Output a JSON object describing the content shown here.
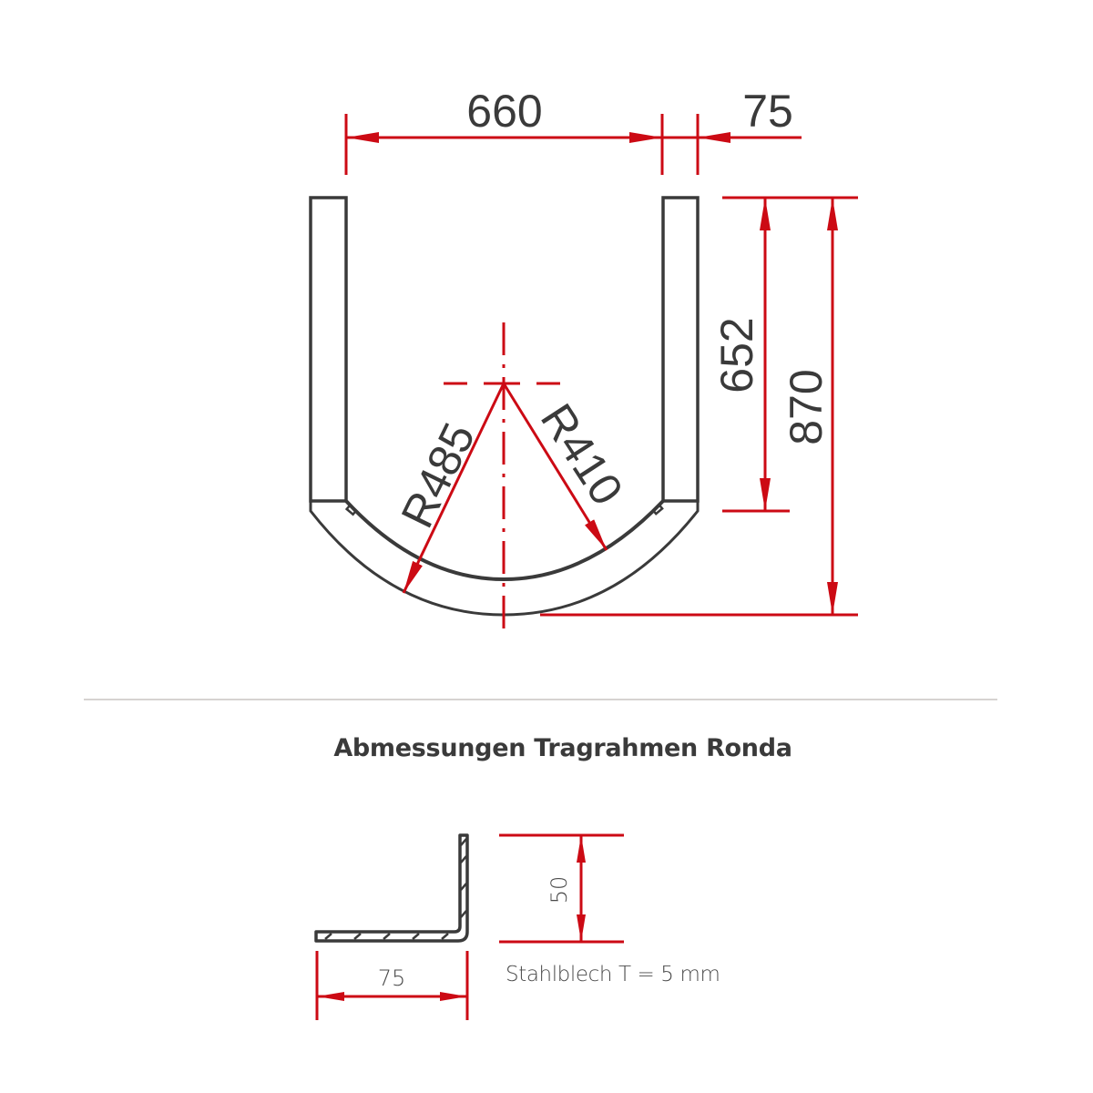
{
  "drawing": {
    "title": "Abmessungen Tragrahmen Ronda",
    "colors": {
      "dimension": "#cc0a14",
      "outline": "#3a3a3a",
      "divider": "#d6d3d1",
      "background": "#ffffff"
    },
    "frame_plan": {
      "dimensions": {
        "inner_width": "660",
        "arm_width": "75",
        "arm_height": "652",
        "total_height": "870",
        "outer_radius": "R485",
        "inner_radius": "R410"
      }
    },
    "profile_section": {
      "width": "75",
      "height": "50",
      "material": "Stahlblech T = 5 mm"
    }
  }
}
